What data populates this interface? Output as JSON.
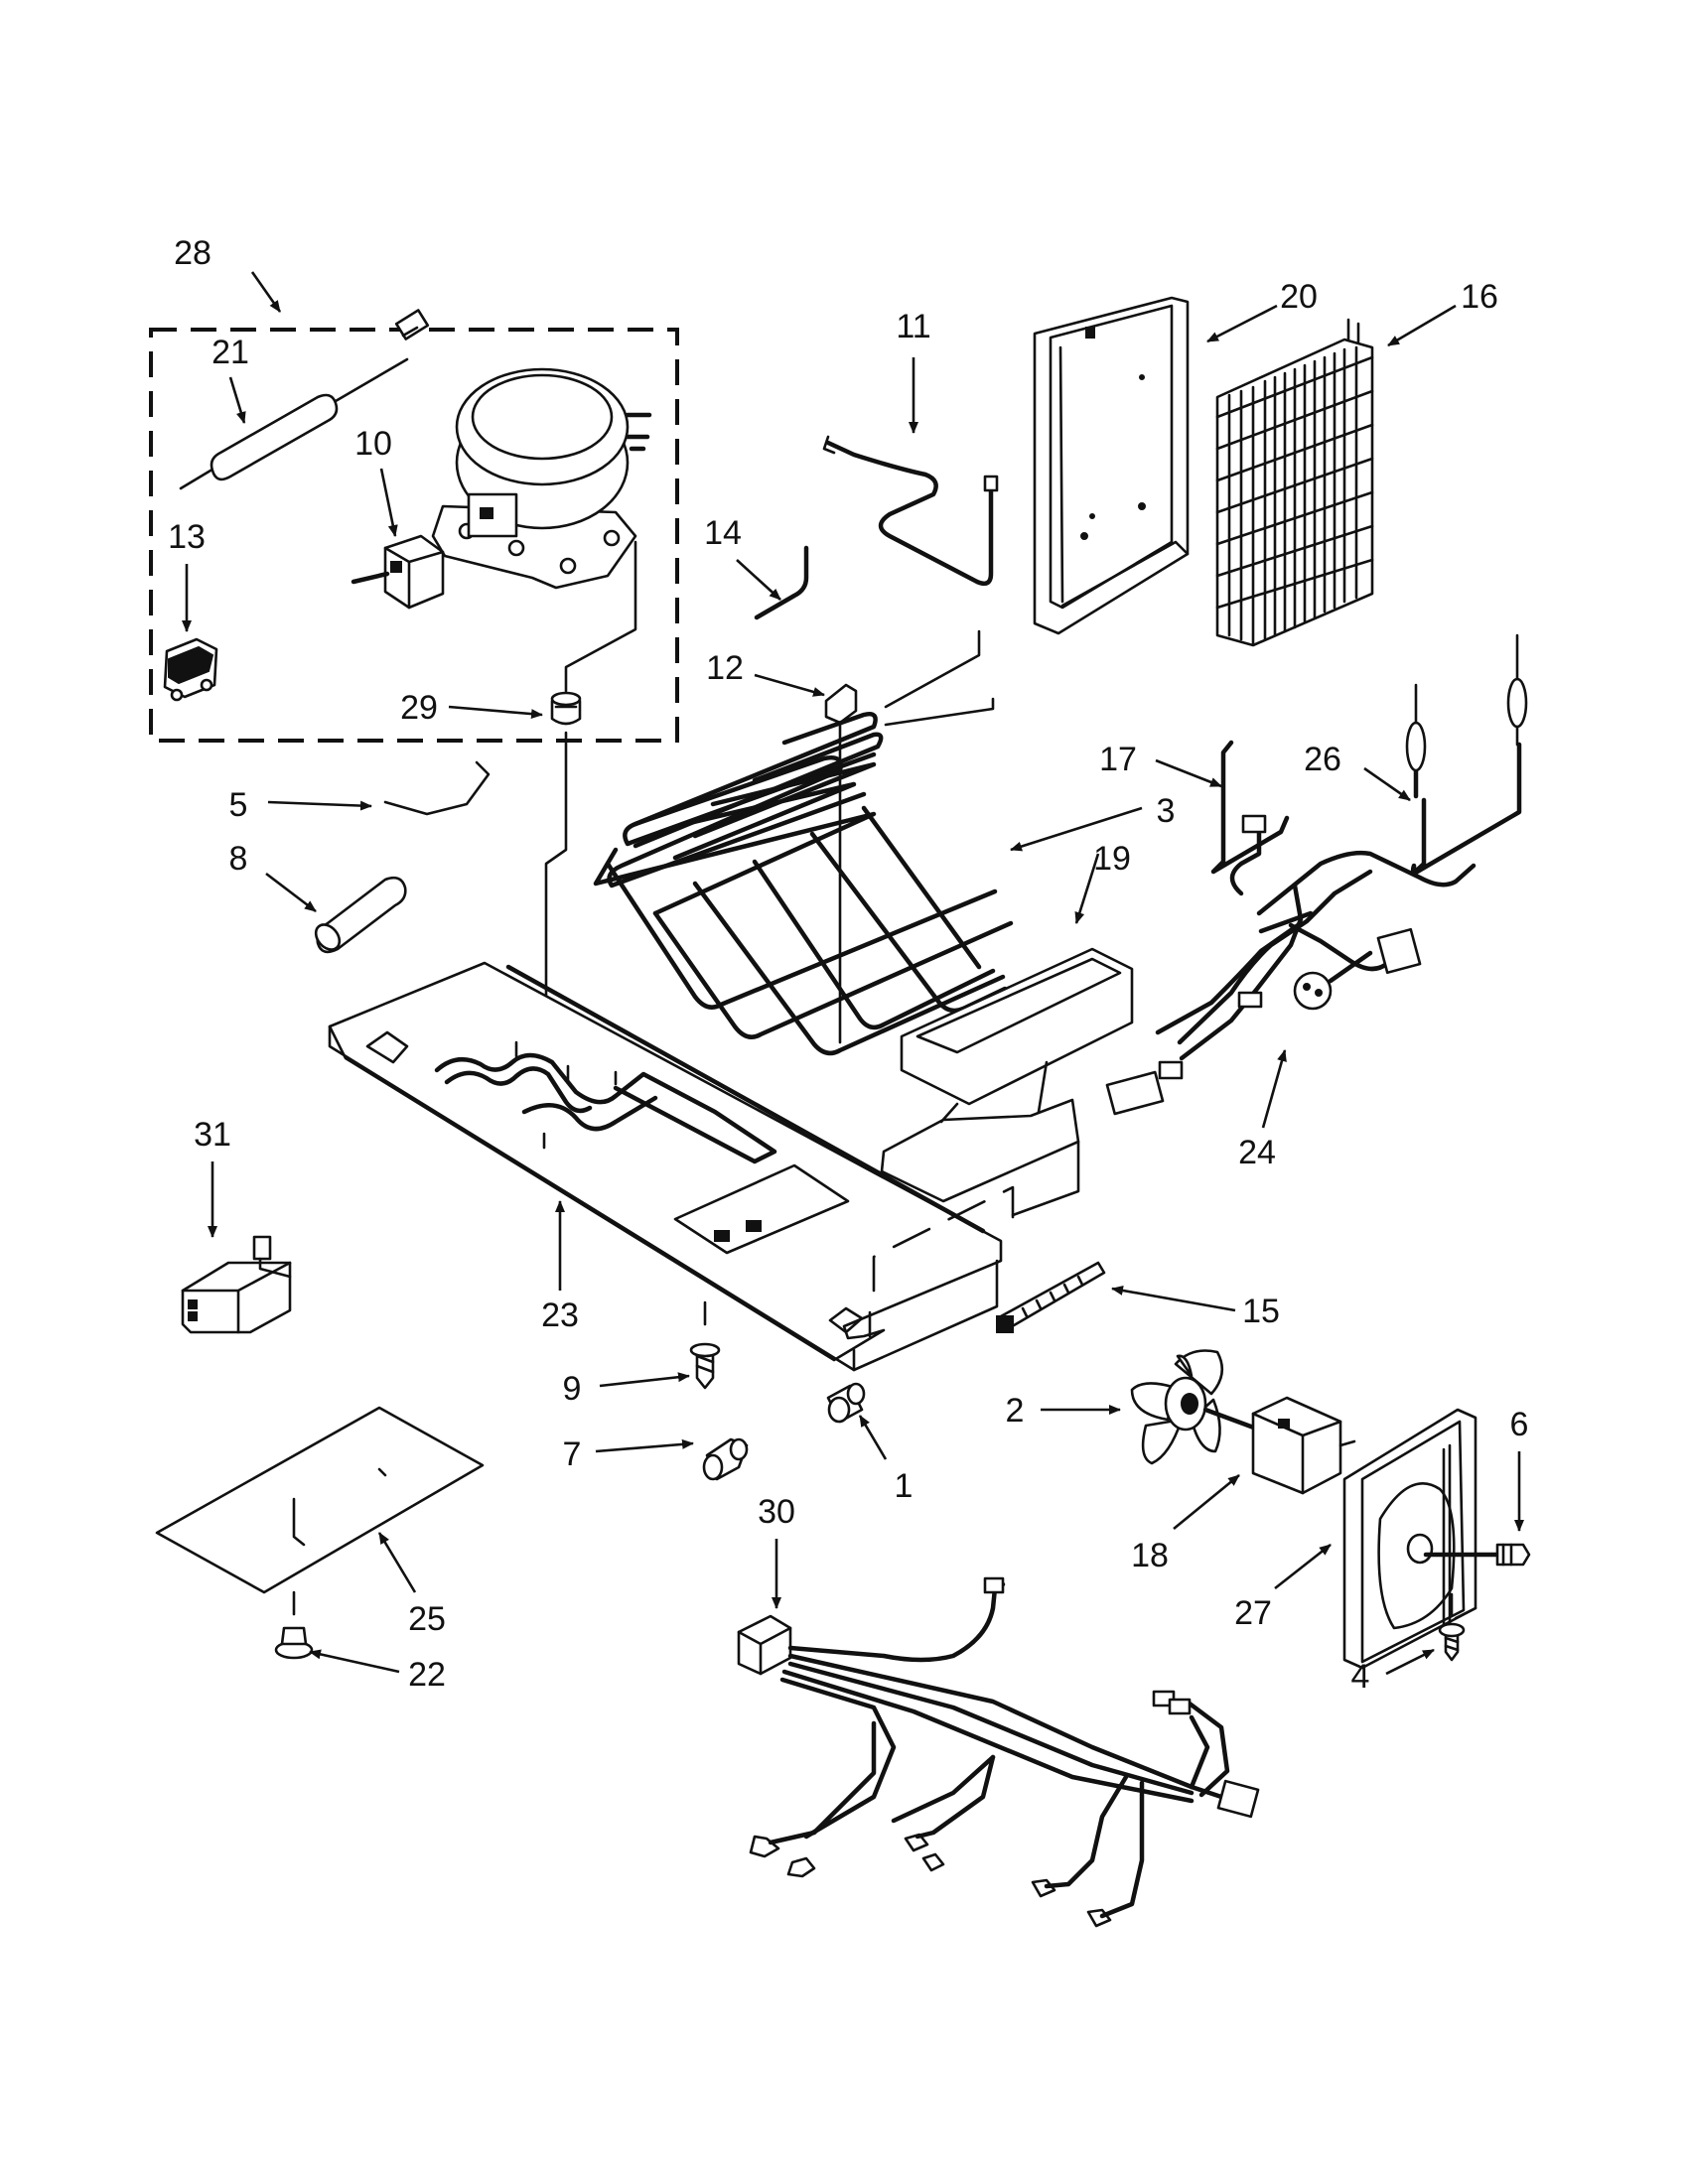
{
  "diagram": {
    "type": "exploded-parts-diagram",
    "callouts": [
      {
        "id": "c1",
        "label": "1"
      },
      {
        "id": "c2",
        "label": "2"
      },
      {
        "id": "c3",
        "label": "3"
      },
      {
        "id": "c4",
        "label": "4"
      },
      {
        "id": "c5",
        "label": "5"
      },
      {
        "id": "c6",
        "label": "6"
      },
      {
        "id": "c7",
        "label": "7"
      },
      {
        "id": "c8",
        "label": "8"
      },
      {
        "id": "c9",
        "label": "9"
      },
      {
        "id": "c10",
        "label": "10"
      },
      {
        "id": "c11",
        "label": "11"
      },
      {
        "id": "c12",
        "label": "12"
      },
      {
        "id": "c13",
        "label": "13"
      },
      {
        "id": "c14",
        "label": "14"
      },
      {
        "id": "c15",
        "label": "15"
      },
      {
        "id": "c16",
        "label": "16"
      },
      {
        "id": "c17",
        "label": "17"
      },
      {
        "id": "c18",
        "label": "18"
      },
      {
        "id": "c19",
        "label": "19"
      },
      {
        "id": "c20",
        "label": "20"
      },
      {
        "id": "c21",
        "label": "21"
      },
      {
        "id": "c22",
        "label": "22"
      },
      {
        "id": "c23",
        "label": "23"
      },
      {
        "id": "c24",
        "label": "24"
      },
      {
        "id": "c25",
        "label": "25"
      },
      {
        "id": "c26",
        "label": "26"
      },
      {
        "id": "c27",
        "label": "27"
      },
      {
        "id": "c28",
        "label": "28"
      },
      {
        "id": "c29",
        "label": "29"
      },
      {
        "id": "c30",
        "label": "30"
      },
      {
        "id": "c31",
        "label": "31"
      }
    ]
  }
}
